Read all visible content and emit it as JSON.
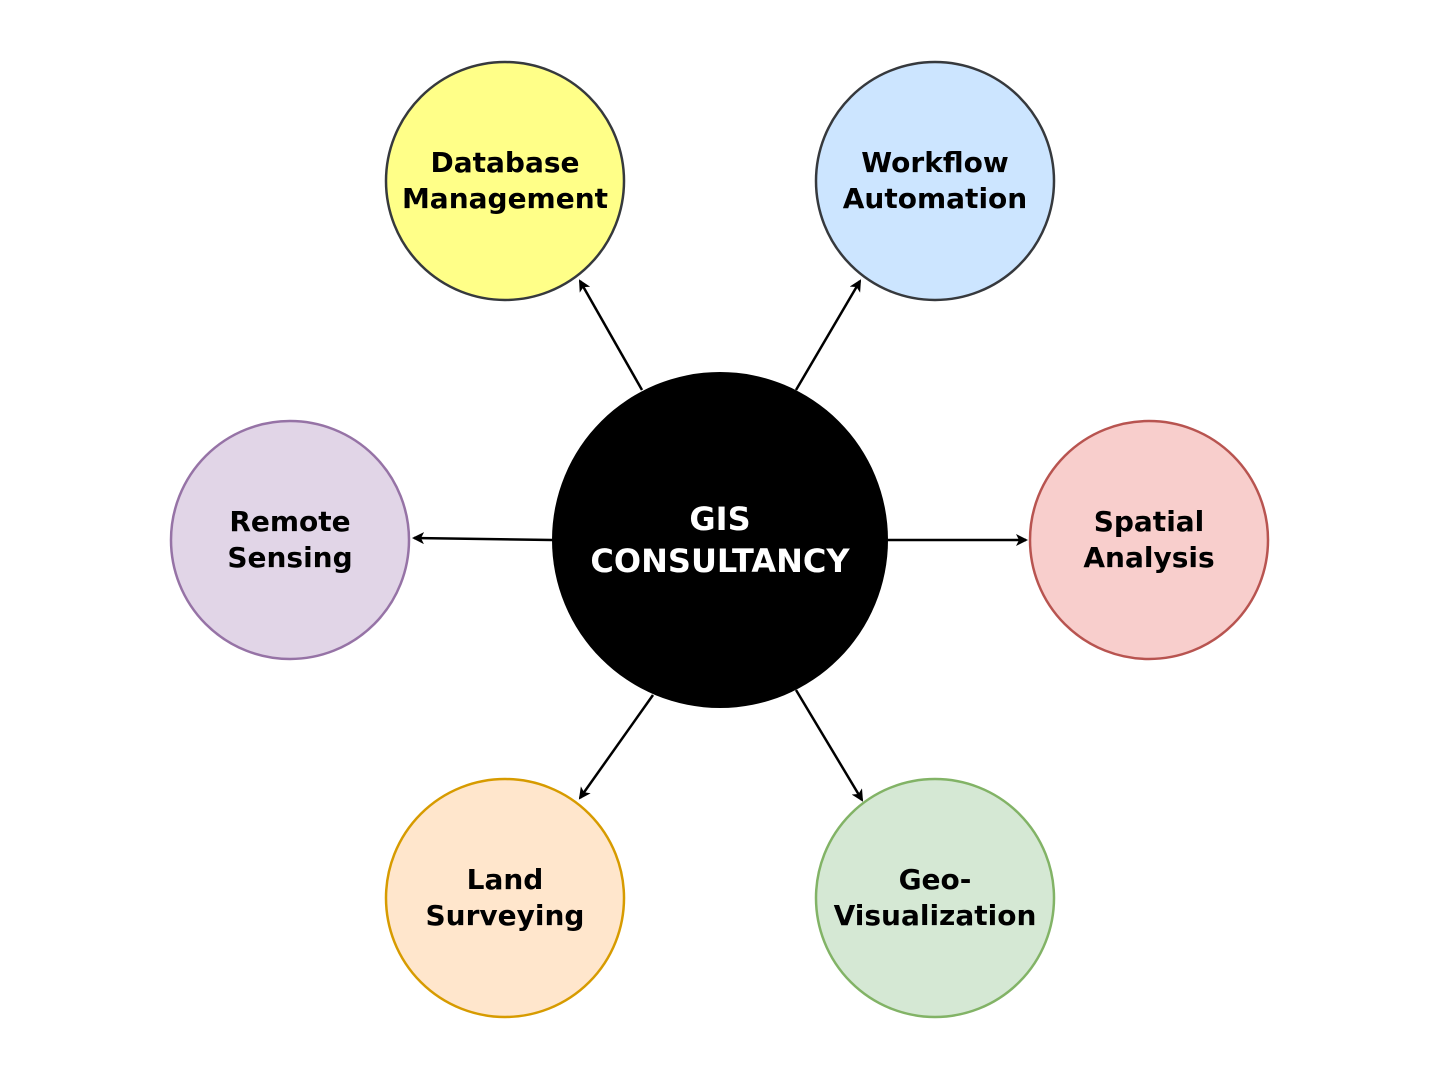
{
  "center": {
    "line1": "GIS",
    "line2": "CONSULTANCY",
    "fill": "#000000",
    "text_color": "#ffffff"
  },
  "nodes": [
    {
      "id": "database-management",
      "line1": "Database",
      "line2": "Management",
      "fill": "#ffff88",
      "stroke": "#36393d"
    },
    {
      "id": "workflow-automation",
      "line1": "Workflow",
      "line2": "Automation",
      "fill": "#cce5ff",
      "stroke": "#36393d"
    },
    {
      "id": "remote-sensing",
      "line1": "Remote",
      "line2": "Sensing",
      "fill": "#e1d5e7",
      "stroke": "#9673a6"
    },
    {
      "id": "spatial-analysis",
      "line1": "Spatial",
      "line2": "Analysis",
      "fill": "#f8cecc",
      "stroke": "#b85450"
    },
    {
      "id": "land-surveying",
      "line1": "Land",
      "line2": "Surveying",
      "fill": "#ffe6cc",
      "stroke": "#d79b00"
    },
    {
      "id": "geo-visualization",
      "line1": "Geo-",
      "line2": "Visualization",
      "fill": "#d5e8d4",
      "stroke": "#82b366"
    }
  ],
  "edge_color": "#000000"
}
